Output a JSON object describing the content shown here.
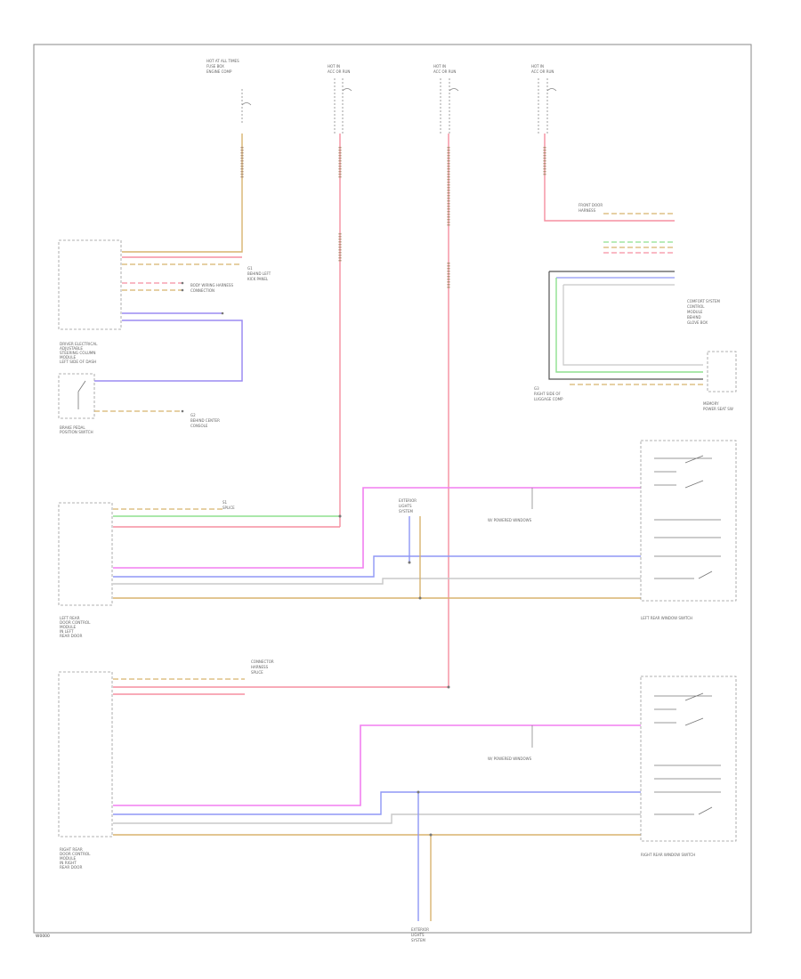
{
  "footer_code": "W0000",
  "left_side": {
    "seat_module_caption": [
      "DRIVER ELECTRICAL",
      "ADJUSTABLE",
      "STEERING COLUMN",
      "MODULE",
      "LEFT SIDE OF DASH"
    ],
    "brake_switch_caption": [
      "BRAKE PEDAL",
      "POSITION SWITCH"
    ],
    "ground_caption_1": [
      "G1",
      "BEHIND LEFT",
      "KICK PANEL"
    ],
    "ground_caption_2": [
      "G2",
      "BEHIND CENTER",
      "CONSOLE"
    ],
    "junction_caption": [
      "BODY WIRING HARNESS",
      "CONNECTION"
    ]
  },
  "fuses": {
    "fuse_a": [
      "HOT AT ALL TIMES",
      "FUSE BOX",
      "ENGINE COMP"
    ],
    "fuse_b": [
      "HOT IN",
      "ACC OR RUN"
    ],
    "fuse_c": [
      "HOT IN",
      "ACC OR RUN"
    ],
    "fuse_d": [
      "HOT IN",
      "ACC OR RUN"
    ]
  },
  "right_top": {
    "splice_caption": [
      "FRONT DOOR",
      "HARNESS"
    ],
    "comfort_caption": [
      "COMFORT SYSTEM",
      "CONTROL",
      "MODULE",
      "BEHIND",
      "GLOVE BOX"
    ],
    "ground_caption": [
      "G3",
      "RIGHT SIDE OF",
      "LUGGAGE COMP"
    ],
    "memory_caption": [
      "MEMORY",
      "POWER SEAT SW"
    ]
  },
  "left_rear": {
    "module_caption": [
      "LEFT REAR",
      "DOOR CONTROL",
      "MODULE",
      "IN LEFT",
      "REAR DOOR"
    ],
    "splice_caption": [
      "S1",
      "SPLICE"
    ],
    "window_motor_label": "W/ POWERED WINDOWS",
    "switch_caption": "LEFT REAR WINDOW SWITCH",
    "exterior_caption": [
      "EXTERIOR",
      "LIGHTS",
      "SYSTEM"
    ]
  },
  "right_rear": {
    "module_caption": [
      "RIGHT REAR",
      "DOOR CONTROL",
      "MODULE",
      "IN RIGHT",
      "REAR DOOR"
    ],
    "splice_caption": [
      "CONNECTOR",
      "HARNESS",
      "SPLICE"
    ],
    "window_motor_label": "W/ POWERED WINDOWS",
    "switch_caption": "RIGHT REAR WINDOW SWITCH",
    "exterior_caption": [
      "EXTERIOR",
      "LIGHTS",
      "SYSTEM"
    ]
  },
  "wire_colors": {
    "red": "#f58fa0",
    "tan": "#d8b36e",
    "green": "#8fe08f",
    "violet": "#9b8cf2",
    "magenta": "#f27ff0",
    "brown": "#b3947a",
    "gray": "#c8c8c8",
    "blue": "#8f97f5",
    "black": "#555555",
    "frame": "#8a8a8a"
  }
}
